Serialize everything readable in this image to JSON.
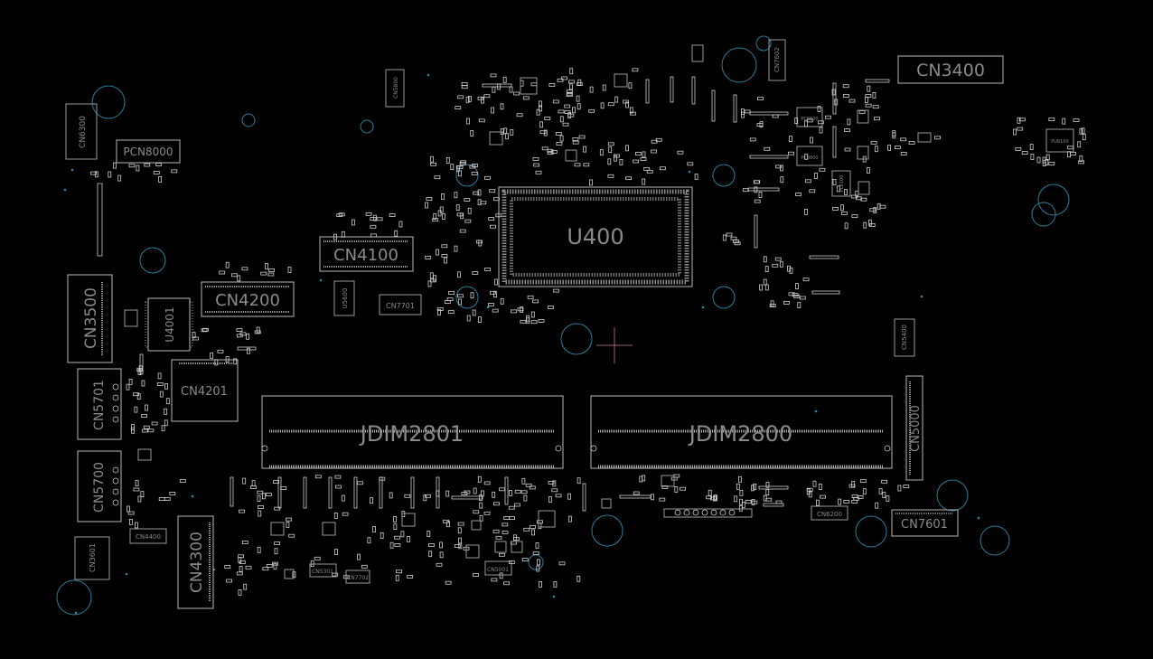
{
  "designators": {
    "u400": "U400",
    "jdim2801": "JDIM2801",
    "jdim2800": "JDIM2800",
    "cn3400": "CN3400",
    "cn4100": "CN4100",
    "cn4200": "CN4200",
    "cn4201": "CN4201",
    "cn3500": "CN3500",
    "cn5701": "CN5701",
    "cn5700": "CN5700",
    "cn4300": "CN4300",
    "cn5000": "CN5000",
    "cn7601": "CN7601",
    "pcn8000": "PCN8000",
    "u4001": "U4001",
    "cn6200": "CN6200",
    "cn7701": "CN7701",
    "u5600": "U5600",
    "cn5400": "CN5400",
    "cn7602": "CN7602",
    "cn6300": "CN6300",
    "cn5800": "CN5800",
    "cn3601": "CN3601",
    "cn4400": "CN4400",
    "cn5001": "CN5001",
    "cn5301": "CN5301",
    "cn7702": "CN7702",
    "pu6100": "PU6100",
    "pc8600a": "PC8600",
    "pc8600b": "PC8600",
    "pl6100": "PL6100"
  },
  "colors": {
    "background": "#000000",
    "silkscreen": "#b8b8b8",
    "label": "#8a8a8a",
    "mounting_hole": "#2a7f9a",
    "origin_marker": "#a06070"
  },
  "icons": {
    "origin_marker": "crosshair-icon"
  }
}
